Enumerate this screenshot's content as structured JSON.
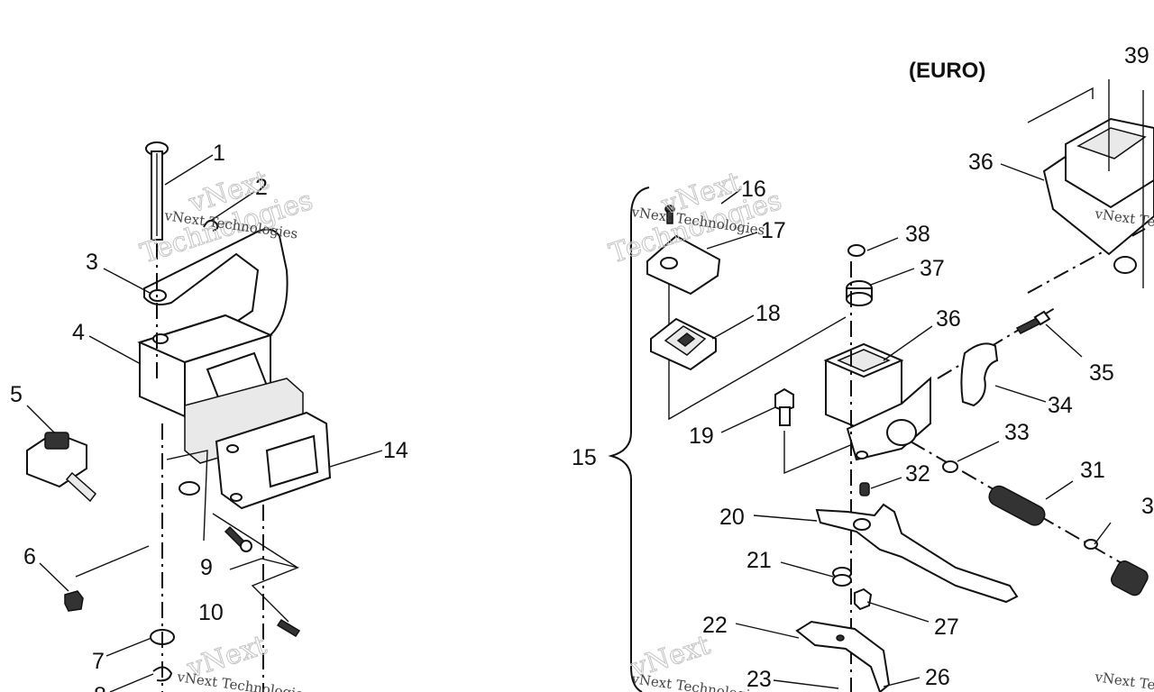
{
  "region_label": "(EURO)",
  "labels": {
    "p1": "1",
    "p2": "2",
    "p3": "3",
    "p4": "4",
    "p5": "5",
    "p6": "6",
    "p7": "7",
    "p9": "9",
    "p10": "10",
    "p14": "14",
    "p15": "15",
    "p16": "16",
    "p17": "17",
    "p18": "18",
    "p19": "19",
    "p20": "20",
    "p21": "21",
    "p22": "22",
    "p23": "23",
    "p26": "26",
    "p27": "27",
    "p31": "31",
    "p32": "32",
    "p33": "33",
    "p34": "34",
    "p35": "35",
    "p36a": "36",
    "p36b": "36",
    "p37": "37",
    "p38": "38",
    "p39": "39",
    "p8_partial": "8",
    "p30_partial": "3"
  },
  "watermarks": {
    "brand": "vNext",
    "word": "Technologies",
    "full": "vNext Technologies"
  }
}
